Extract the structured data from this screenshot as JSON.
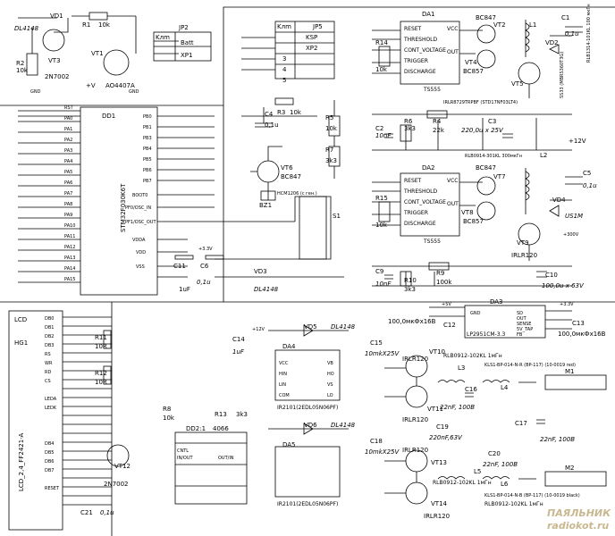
{
  "sections": [
    {
      "name": "battery_input",
      "labels": {
        "vd1": "VD1",
        "vd1_part": "DL4148",
        "r1": "R1",
        "r1_val": "10k",
        "jp2": "JP2",
        "jp2_hdr": "Kлm",
        "jp2_r1": "Batt",
        "jp2_r2": "XP1",
        "vt3": "VT3",
        "vt3_part": "2N7002",
        "r2": "R2",
        "r2_val": "10k",
        "vt1": "VT1",
        "vt1_part": "AO4407A",
        "pv": "+V",
        "gnd": "GND",
        "gnd2": "GND"
      }
    },
    {
      "name": "mcu",
      "labels": {
        "dd1": "DD1",
        "mcu_part": "STM32F030K6T",
        "pin_rst": "RST",
        "pa0": "PA0",
        "pa1": "PA1",
        "pa2": "PA2",
        "pa3": "PA3",
        "pa4": "PA4",
        "pa5": "PA5",
        "pa6": "PA6",
        "pa7": "PA7",
        "pa8": "PA8",
        "pa9": "PA9",
        "pa10": "PA10",
        "pa11": "PA11",
        "pa12": "PA12",
        "pa13": "PA13",
        "pa14": "PA14",
        "pa15": "PA15",
        "pb0": "PB0",
        "pb1": "PB1",
        "pb3": "PB3",
        "pb4": "PB4",
        "pb5": "PB5",
        "pb6": "PB6",
        "pb7": "PB7",
        "boot0": "BOOT0",
        "pf0": "PF0/OSC_IN",
        "pf1": "PF1/OSC_OUT",
        "vdda": "VDDA",
        "vdd": "VDD",
        "vss": "VSS",
        "c11": "C11",
        "c11_val": "1uF",
        "c6": "C6",
        "c6_val": "0,1u",
        "vcc": "+3.3V",
        "vt6": "VT6",
        "vt6_part": "BC847",
        "bz1": "BZ1",
        "bz_part": "HCM1206 (с ген.)",
        "s1": "S1",
        "vd3": "VD3",
        "vd3_part": "DL4148",
        "r3": "R3",
        "r3_val": "10k",
        "c4": "C4",
        "c4_val": "0,1u",
        "r5": "R5",
        "r5_val": "10k",
        "r7": "R7",
        "r7_val": "3k3",
        "jp5": "JP5",
        "jp5_hdr": "Kлm",
        "jp5_r1": "KSP",
        "jp5_r2": "XP2",
        "jp5_n3": "3",
        "jp5_n4": "4",
        "jp5_n5": "5"
      }
    },
    {
      "name": "pwm_top",
      "labels": {
        "da1": "DA1",
        "ts555": "TS555",
        "reset": "RESET",
        "threshold": "THRESHOLD",
        "cv": "CONT_VOLTAGE",
        "trigger": "TRIGGER",
        "discharge": "DISCHARGE",
        "vcc": "VCC",
        "out": "OUT",
        "r14": "R14",
        "r14_val": "10k",
        "vt2": "VT2",
        "vt2_part": "BC847",
        "vt4": "VT4",
        "vt4_part": "BC857",
        "vt5": "VT5",
        "l1": "L1",
        "l1_part": "RLB1314-101KL 100 мкГн",
        "vd2": "VD2",
        "vd2_part": "SS33 (MBRS360T3G)",
        "c1": "C1",
        "c1_val": "0,1u",
        "vt5_part": "IRLR8729TRPBF (STD17NF03LT4)",
        "r4": "R4",
        "r4_val": "22k",
        "r6": "R6",
        "r6_val": "3k3",
        "c2": "C2",
        "c2_val": "10nF",
        "c3": "C3",
        "c3_val": "220,0u x 25V",
        "p12": "+12V"
      }
    },
    {
      "name": "pwm_bottom",
      "labels": {
        "da2": "DA2",
        "l2": "L2",
        "l2_part": "RLB0914-301KL 300мкГн",
        "vt7": "VT7",
        "vt7_part": "BC847",
        "vt8": "VT8",
        "vt8_part": "BC857",
        "vt9": "VT9",
        "vt9_part": "IRLR120",
        "vd4": "VD4",
        "vd4_part": "US1M",
        "c5": "C5",
        "c5_val": "0,1u",
        "r15": "R15",
        "r15_val": "10k",
        "r9": "R9",
        "r9_val": "100k",
        "r10": "R10",
        "r10_val": "3k3",
        "c9": "C9",
        "c9_val": "10nF",
        "c10": "C10",
        "c10_val": "100,0u x 63V",
        "pv300": "+300V"
      }
    },
    {
      "name": "regulator",
      "labels": {
        "da3": "DA3",
        "da3_part": "LP2951CM-3.3",
        "c12": "C12",
        "c12_val": "100,0мкФх16В",
        "c13": "C13",
        "c13_val": "100,0мкФх16В",
        "pv": "+5V",
        "p33": "+3.3V",
        "pin_sd": "SD",
        "pin_out": "OUT",
        "pin_sense": "SENSE",
        "pin_tap": "5V_TAP",
        "pin_fb": "FB",
        "pin_gnd": "GND"
      }
    },
    {
      "name": "lcd",
      "labels": {
        "lcd": "LCD",
        "hg1": "HG1",
        "lcd_part": "LCD_2,4_FF2421-A",
        "db0": "DB0",
        "db1": "DB1",
        "db2": "DB2",
        "db3": "DB3",
        "db4": "DB4",
        "db5": "DB5",
        "db6": "DB6",
        "db7": "DB7",
        "rs": "RS",
        "wr": "WR",
        "rd": "RD",
        "cs": "CS",
        "reset": "RESET",
        "r11": "R11",
        "r11_val": "10R",
        "r12": "R12",
        "r12_val": "10R",
        "vt12": "VT12",
        "vt12_part": "2N7002",
        "c21": "C21",
        "c21_val": "0,1u",
        "ledk": "LEDK",
        "leda": "LEDA"
      }
    },
    {
      "name": "bridge",
      "labels": {
        "da4": "DA4",
        "da4_part": "IR2101(2EDL05N06PF)",
        "da5": "DA5",
        "da5_part": "IR2101(2EDL05N06PF)",
        "vd5": "VD5",
        "vd5_part": "DL4148",
        "vd6": "VD6",
        "vd6_part": "DL4148",
        "c14": "C14",
        "c14_val": "1uF",
        "c15": "C15",
        "c15_val": "10mkX25V",
        "c18": "C18",
        "c18_val": "10mkX25V",
        "c19": "C19",
        "c19_val": "220nF,63V",
        "c16": "C16",
        "c16_val": "22nF, 100B",
        "c17": "C17",
        "c17_val": "22nF, 100B",
        "c20": "C20",
        "c20_val": "22nF, 100B",
        "vt10": "VT10",
        "vt11": "VT11",
        "vt13": "VT13",
        "vt14": "VT14",
        "irlr120": "IRLR120",
        "l3": "L3",
        "l4": "L4",
        "l5": "L5",
        "l6": "L6",
        "m1": "M1",
        "m2": "M2",
        "l3_part": "RLB0912-102KL 1мГн",
        "l4_part": "KLS1-BP-014-N-R (BP-117) (10-0019 red)",
        "l5_part": "RLB0912-102KL 1мГн",
        "l6_part": "KLS1-BP-014-N-B (BP-117) (10-0019 black)",
        "l_extra": "RLB0912-102KL 1мГн",
        "dd2": "DD2:1",
        "dd2_part": "4066",
        "cntl": "CNTL",
        "inout": "IN/OUT",
        "outin": "OUT/IN",
        "r8": "R8",
        "r8_val": "10k",
        "r13": "R13",
        "r13_val": "3k3",
        "vcc": "VCC",
        "hin": "HIN",
        "lin": "LIN",
        "com": "COM",
        "vb": "VB",
        "ho": "HO",
        "vs": "VS",
        "lo": "LO",
        "p12": "+12V"
      }
    }
  ],
  "watermark": {
    "line1": "ПАЯЛЬНИК",
    "line2": "radiokot.ru"
  }
}
